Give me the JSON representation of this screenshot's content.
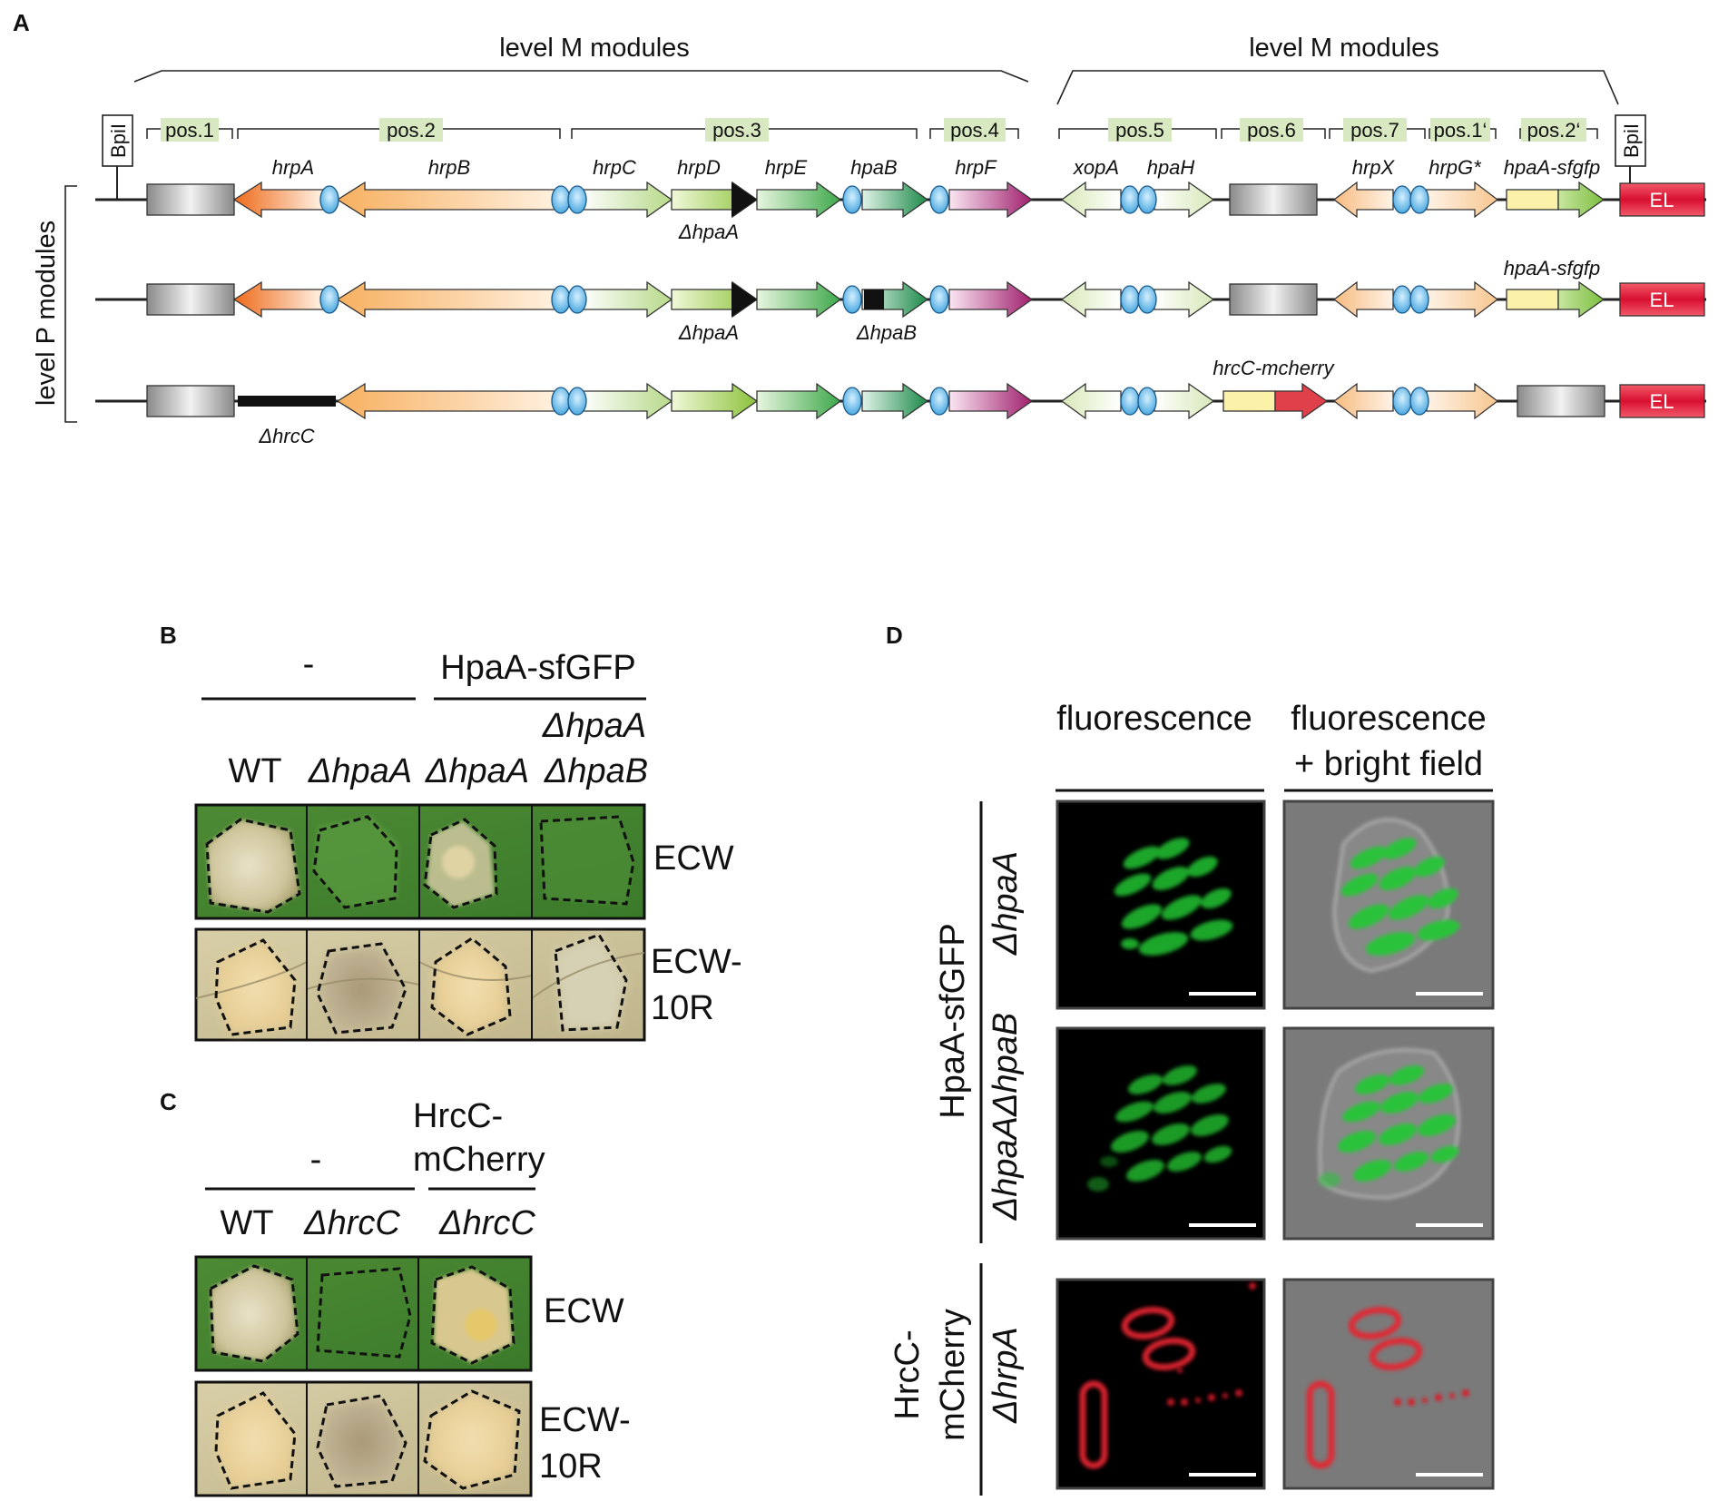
{
  "panelA": {
    "letter": "A",
    "bracket_left": "level M modules",
    "bracket_right": "level M modules",
    "side_label": "level P modules",
    "bpil_left": "BpiI",
    "bpil_right": "BpiI",
    "positions": [
      "pos.1",
      "pos.2",
      "pos.3",
      "pos.4",
      "pos.5",
      "pos.6",
      "pos.7",
      "pos.1‘",
      "pos.2‘"
    ],
    "genes": [
      "hrpA",
      "hrpB",
      "hrpC",
      "hrpD",
      "hrpE",
      "hpaB",
      "hrpF",
      "xopA",
      "hpaH",
      "hrpX",
      "hrpG*",
      "hpaA-sfgfp"
    ],
    "row1_deletion": "ΔhpaA",
    "row2_deletion1": "ΔhpaA",
    "row2_deletion2": "ΔhpaB",
    "row2_fusion": "hpaA-sfgfp",
    "row3_fusion": "hrcC-mcherry",
    "row3_deletion": "ΔhrcC",
    "el_label": "EL"
  },
  "panelB": {
    "letter": "B",
    "group_minus": "-",
    "group_fusion": "HpaA-sfGFP",
    "col_wt": "WT",
    "col_dhpaA": "ΔhpaA",
    "col_dhpaA_fusion": "ΔhpaA",
    "col_double_1": "ΔhpaA",
    "col_double_2": "ΔhpaB",
    "row1": "ECW",
    "row2_a": "ECW-",
    "row2_b": "10R"
  },
  "panelC": {
    "letter": "C",
    "group_minus": "-",
    "group_fusion_a": "HrcC-",
    "group_fusion_b": "mCherry",
    "col_wt": "WT",
    "col_dhrcC": "ΔhrcC",
    "col_dhrcC_fusion": "ΔhrcC",
    "row1": "ECW",
    "row2_a": "ECW-",
    "row2_b": "10R"
  },
  "panelD": {
    "letter": "D",
    "col1": "fluorescence",
    "col2_a": "fluorescence",
    "col2_b": "+ bright field",
    "group1": "HpaA-sfGFP",
    "row1": "ΔhpaA",
    "row2": "ΔhpaAΔhpaB",
    "group2_a": "HrcC-",
    "group2_b": "mCherry",
    "row3": "ΔhrpA"
  },
  "colors": {
    "gray_block": "#a9a9a9",
    "el_red": "#e0203a",
    "orange": "#f08a3a",
    "light_orange": "#f9c48a",
    "light_green": "#c9e3a0",
    "green": "#7bbf4a",
    "dark_green": "#2f9a55",
    "magenta": "#b02a8a",
    "yellow": "#fbf1a8",
    "oval_blue": "#7ac0ea",
    "pos_bg": "#d8e8c0",
    "gfp": "#22c033",
    "mcherry": "#e02030"
  }
}
